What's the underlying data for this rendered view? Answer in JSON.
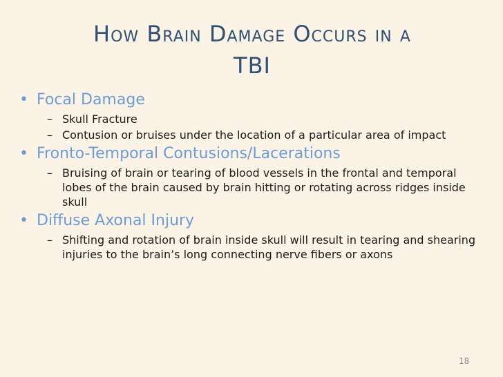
{
  "slide": {
    "title_line1": "How Brain Damage Occurs in a",
    "title_line2": "TBI",
    "bullets": [
      {
        "label": "Focal Damage",
        "subs": [
          "Skull Fracture",
          "Contusion or bruises under the location of a particular area of impact"
        ]
      },
      {
        "label": "Fronto-Temporal Contusions/Lacerations",
        "subs": [
          "Bruising of brain or tearing of blood vessels in the frontal and temporal lobes of the brain caused by brain hitting or rotating across ridges inside skull"
        ]
      },
      {
        "label": "Diffuse Axonal Injury",
        "subs": [
          "Shifting and rotation of brain inside skull will result in tearing and shearing injuries to the brain’s long connecting nerve fibers or axons"
        ]
      }
    ],
    "bullet_glyph": "•",
    "sub_glyph": "–",
    "page_number": "18"
  },
  "colors": {
    "background": "#fbf3e6",
    "title": "#2f4f73",
    "bullet": "#6d9bd4",
    "body_text": "#1a1a1a"
  }
}
